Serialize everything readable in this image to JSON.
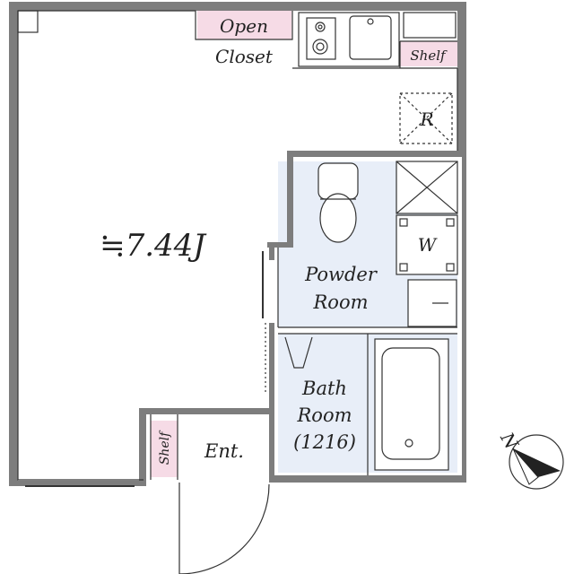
{
  "rooms": {
    "main_room": {
      "size_label": "≒7.44J"
    },
    "open_closet": {
      "line1": "Open",
      "line2": "Closet"
    },
    "kitchen_shelf": {
      "label": "Shelf"
    },
    "refrigerator": {
      "label": "R"
    },
    "powder_room": {
      "line1": "Powder",
      "line2": "Room"
    },
    "washer": {
      "label": "W"
    },
    "bath_room": {
      "line1": "Bath",
      "line2": "Room",
      "line3": "(1216)"
    },
    "entrance": {
      "label": "Ent."
    },
    "entrance_shelf": {
      "label": "Shelf"
    }
  },
  "compass": {
    "label": "N"
  },
  "colors": {
    "wall": "#7d7d7d",
    "closet_fill": "#f6dbe6",
    "wet_area_fill": "#e8eef8",
    "line": "#333333"
  }
}
